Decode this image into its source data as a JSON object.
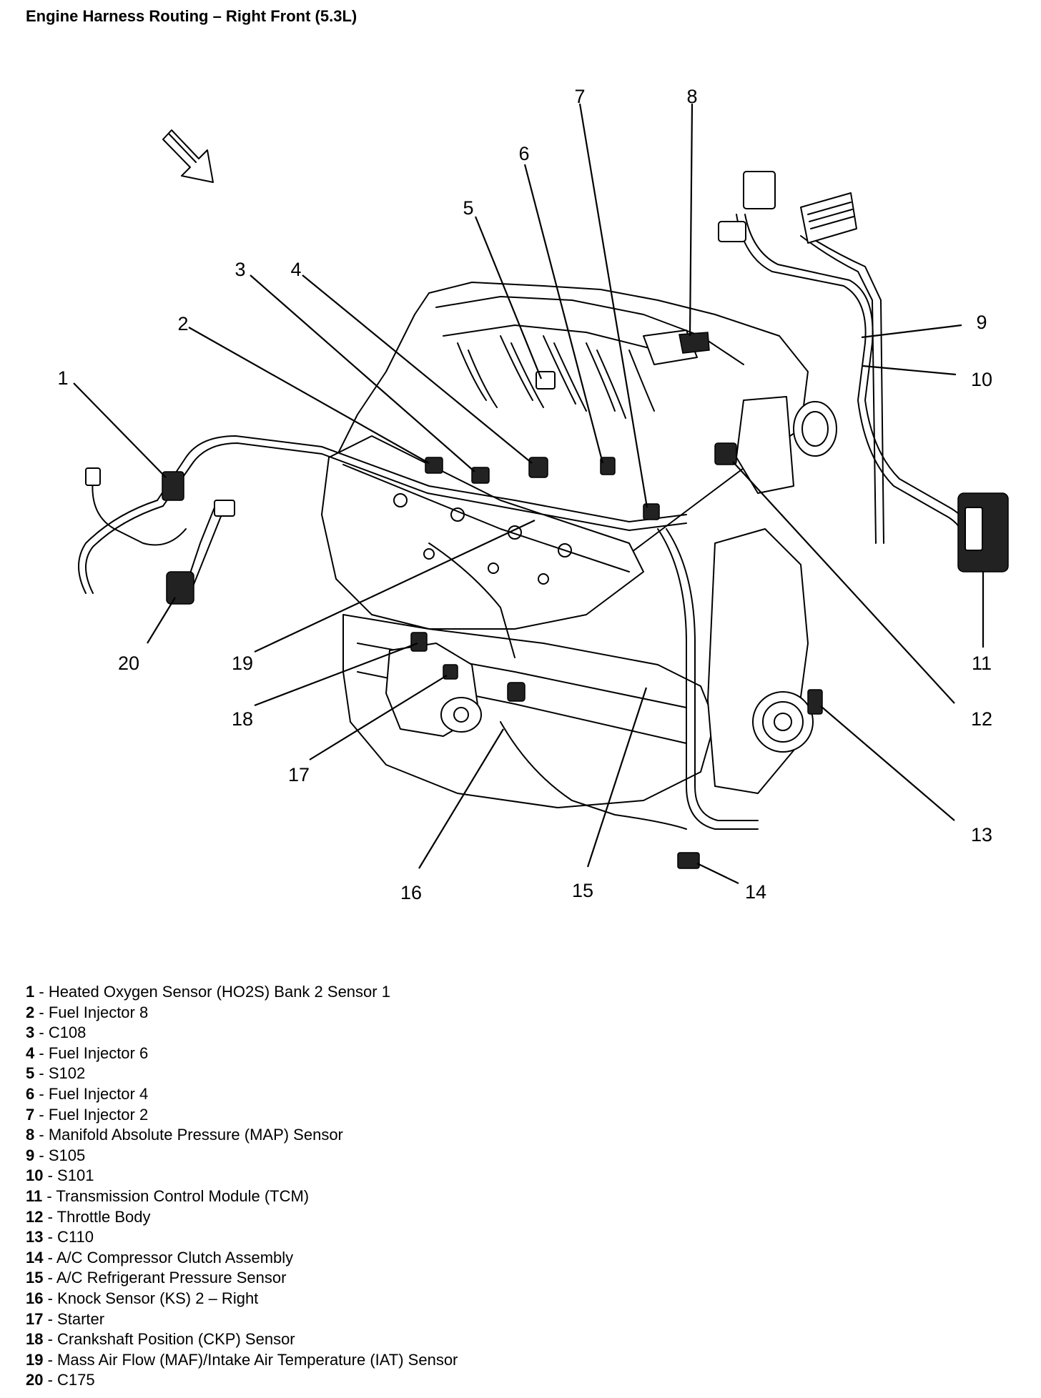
{
  "title": "Engine Harness Routing – Right Front (5.3L)",
  "legend_separator": " - ",
  "components": [
    {
      "num": "1",
      "label": "Heated Oxygen Sensor (HO2S) Bank 2 Sensor 1"
    },
    {
      "num": "2",
      "label": "Fuel Injector 8"
    },
    {
      "num": "3",
      "label": "C108"
    },
    {
      "num": "4",
      "label": "Fuel Injector 6"
    },
    {
      "num": "5",
      "label": "S102"
    },
    {
      "num": "6",
      "label": "Fuel Injector 4"
    },
    {
      "num": "7",
      "label": "Fuel Injector 2"
    },
    {
      "num": "8",
      "label": "Manifold Absolute Pressure (MAP) Sensor"
    },
    {
      "num": "9",
      "label": "S105"
    },
    {
      "num": "10",
      "label": "S101"
    },
    {
      "num": "11",
      "label": "Transmission Control Module (TCM)"
    },
    {
      "num": "12",
      "label": "Throttle Body"
    },
    {
      "num": "13",
      "label": "C110"
    },
    {
      "num": "14",
      "label": "A/C Compressor Clutch Assembly"
    },
    {
      "num": "15",
      "label": "A/C Refrigerant Pressure Sensor"
    },
    {
      "num": "16",
      "label": "Knock Sensor (KS) 2 – Right"
    },
    {
      "num": "17",
      "label": "Starter"
    },
    {
      "num": "18",
      "label": "Crankshaft Position (CKP) Sensor"
    },
    {
      "num": "19",
      "label": "Mass Air Flow (MAF)/Intake Air Temperature (IAT) Sensor"
    },
    {
      "num": "20",
      "label": "C175"
    }
  ]
}
